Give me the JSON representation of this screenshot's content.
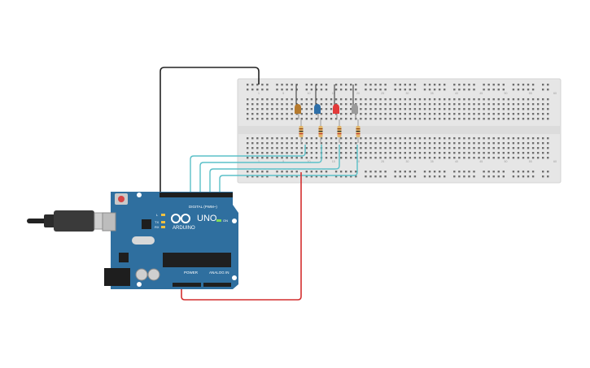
{
  "arduino": {
    "brand": "ARDUINO",
    "model": "UNO",
    "digital_label": "DIGITAL (PWM~)",
    "power_label": "POWER",
    "analog_label": "ANALOG IN",
    "on_label": "ON",
    "l_label": "L",
    "tx_label": "TX",
    "rx_label": "RX",
    "board_color": "#2f6f9f"
  },
  "breadboard": {
    "column_numbers": [
      "1",
      "5",
      "10",
      "15",
      "20",
      "25",
      "30",
      "35",
      "40",
      "45",
      "50",
      "55",
      "60"
    ],
    "body_color": "#e6e6e6"
  },
  "leds": [
    {
      "name": "orange",
      "color": "#b57a2e"
    },
    {
      "name": "blue",
      "color": "#2e6fa8"
    },
    {
      "name": "red",
      "color": "#e23a3a"
    },
    {
      "name": "white",
      "color": "#9a9a9a"
    }
  ],
  "wires": {
    "ground_color": "#222222",
    "signal_color": "#5bc0c8",
    "power_color": "#d32f2f"
  }
}
